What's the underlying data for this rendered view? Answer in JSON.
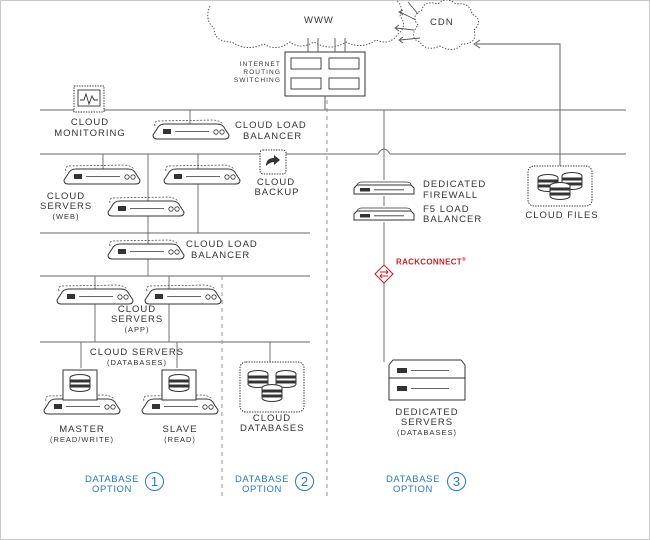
{
  "labels": {
    "www": "WWW",
    "cdn": "CDN",
    "internet": "INTERNET",
    "routing": "ROUTING",
    "switching": "SWITCHING",
    "monitoring_l1": "CLOUD",
    "monitoring_l2": "MONITORING",
    "clb_top_l1": "CLOUD LOAD",
    "clb_top_l2": "BALANCER",
    "backup_l1": "CLOUD",
    "backup_l2": "BACKUP",
    "servers_web_l1": "CLOUD",
    "servers_web_l2": "SERVERS",
    "servers_web_l3": "(WEB)",
    "clb_mid_l1": "CLOUD LOAD",
    "clb_mid_l2": "BALANCER",
    "servers_app_l1": "CLOUD",
    "servers_app_l2": "SERVERS",
    "servers_app_l3": "(APP)",
    "servers_db_l1": "CLOUD SERVERS",
    "servers_db_l2": "(DATABASES)",
    "master_l1": "MASTER",
    "master_l2": "(READ/WRITE)",
    "slave_l1": "SLAVE",
    "slave_l2": "(READ)",
    "clouddb_l1": "CLOUD",
    "clouddb_l2": "DATABASES",
    "firewall_l1": "DEDICATED",
    "firewall_l2": "FIREWALL",
    "f5_l1": "F5 LOAD",
    "f5_l2": "BALANCER",
    "rackconnect": "RACKCONNECT",
    "rackconnect_mark": "®",
    "dedicated_l1": "DEDICATED",
    "dedicated_l2": "SERVERS",
    "dedicated_l3": "(DATABASES)",
    "cloudfiles": "CLOUD FILES"
  },
  "options": [
    {
      "l1": "DATABASE",
      "l2": "OPTION",
      "num": "1"
    },
    {
      "l1": "DATABASE",
      "l2": "OPTION",
      "num": "2"
    },
    {
      "l1": "DATABASE",
      "l2": "OPTION",
      "num": "3"
    }
  ],
  "colors": {
    "line": "#555555",
    "option_blue": "#2a79b8",
    "rackconnect_red": "#c0252f"
  }
}
